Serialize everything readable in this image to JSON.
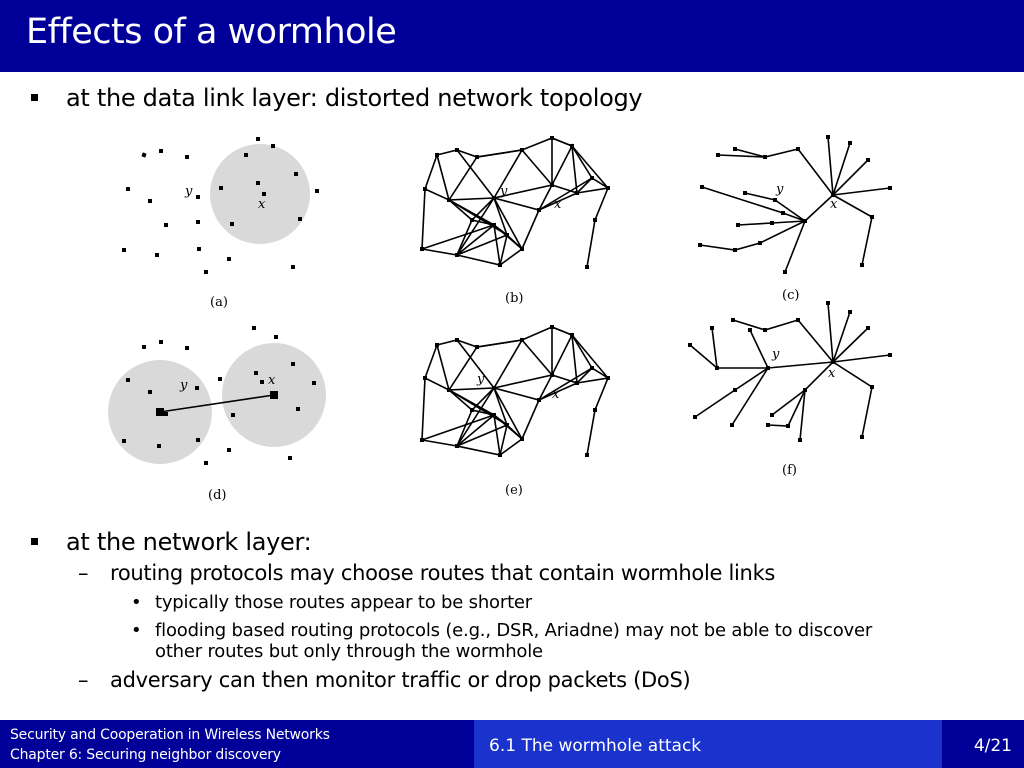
{
  "title": "Effects of a wormhole",
  "bullets": {
    "b1": "at the data link layer: distorted network topology",
    "b2": "at the network layer:",
    "b2_1": "routing protocols may choose routes that contain wormhole links",
    "b2_1_1": "typically those routes appear to be shorter",
    "b2_1_2_line1": "flooding based routing protocols (e.g., DSR, Ariadne) may not be able to discover",
    "b2_1_2_line2": "other routes but only through the wormhole",
    "b2_2": "adversary can then monitor traffic or drop packets (DoS)"
  },
  "figure": {
    "panel_labels": {
      "a": "(a)",
      "b": "(b)",
      "c": "(c)",
      "d": "(d)",
      "e": "(e)",
      "f": "(f)"
    },
    "node_x": "x",
    "node_y": "y"
  },
  "footer": {
    "course": "Security and Cooperation in Wireless Networks",
    "chapter": "Chapter 6: Securing neighbor discovery",
    "section": "6.1 The wormhole attack",
    "page": "4/21"
  },
  "colors": {
    "title_bar": "#000099",
    "footer_dark": "#000099",
    "footer_mid": "#1a33cc",
    "radio_range": "#d9d9d9"
  }
}
